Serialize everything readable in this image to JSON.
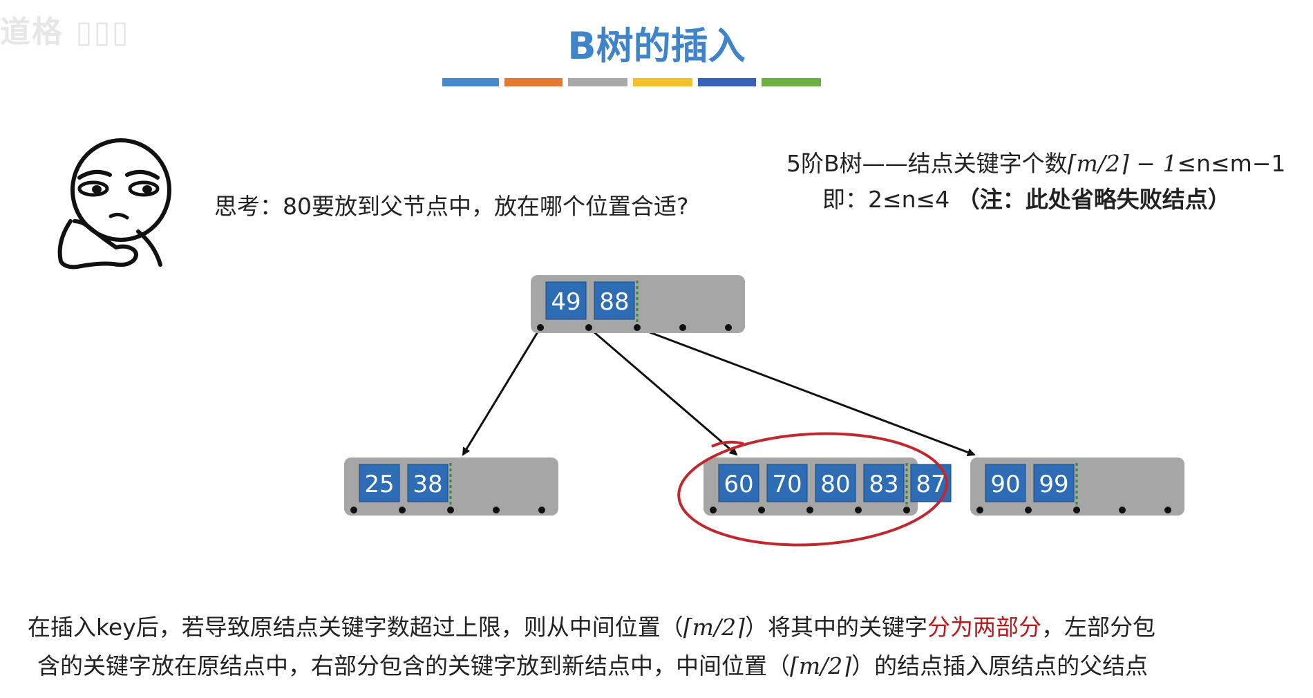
{
  "header": {
    "title": "B树的插入",
    "color_bars": [
      "#4a88c8",
      "#e07a35",
      "#a8a8a8",
      "#f2c12e",
      "#3a62b4",
      "#6fae46"
    ]
  },
  "prompt": {
    "text": "思考：80要放到父节点中，放在哪个位置合适?"
  },
  "rule_note": {
    "line1_prefix": "5阶B树——结点关键字个数",
    "line1_formula": "⌈m/2⌉ − 1",
    "line1_suffix": "≤n≤m−1",
    "line2_prefix": "即：2≤n≤4",
    "line2_bold": "（注：此处省略失败结点）"
  },
  "tree": {
    "root": {
      "keys": [
        "49",
        "88"
      ]
    },
    "children": [
      {
        "keys": [
          "25",
          "38"
        ]
      },
      {
        "keys": [
          "60",
          "70",
          "80",
          "83"
        ],
        "overflow_key": "87",
        "highlighted": true
      },
      {
        "keys": [
          "90",
          "99"
        ]
      }
    ]
  },
  "explanation": {
    "p1": "在插入key后，若导致原结点关键字数超过上限，则从中间位置（",
    "ceil1": "⌈m/2⌉",
    "p2": "）将其中的关键字",
    "highlight": "分为两部分",
    "p3": "，左部分包",
    "p4": "含的关键字放在原结点中，右部分包含的关键字放到新结点中，中间位置（",
    "ceil2": "⌈m/2⌉",
    "p5": "）的结点插入原结点的父结点"
  },
  "colors": {
    "title": "#3f83c9",
    "key_fill": "#2e6db5",
    "node_fill": "#a6a6a6",
    "highlight_ring": "#c0282d",
    "emphasis_text": "#b81b1b"
  },
  "icons": {
    "thinking_face": "thinking-face-icon"
  }
}
